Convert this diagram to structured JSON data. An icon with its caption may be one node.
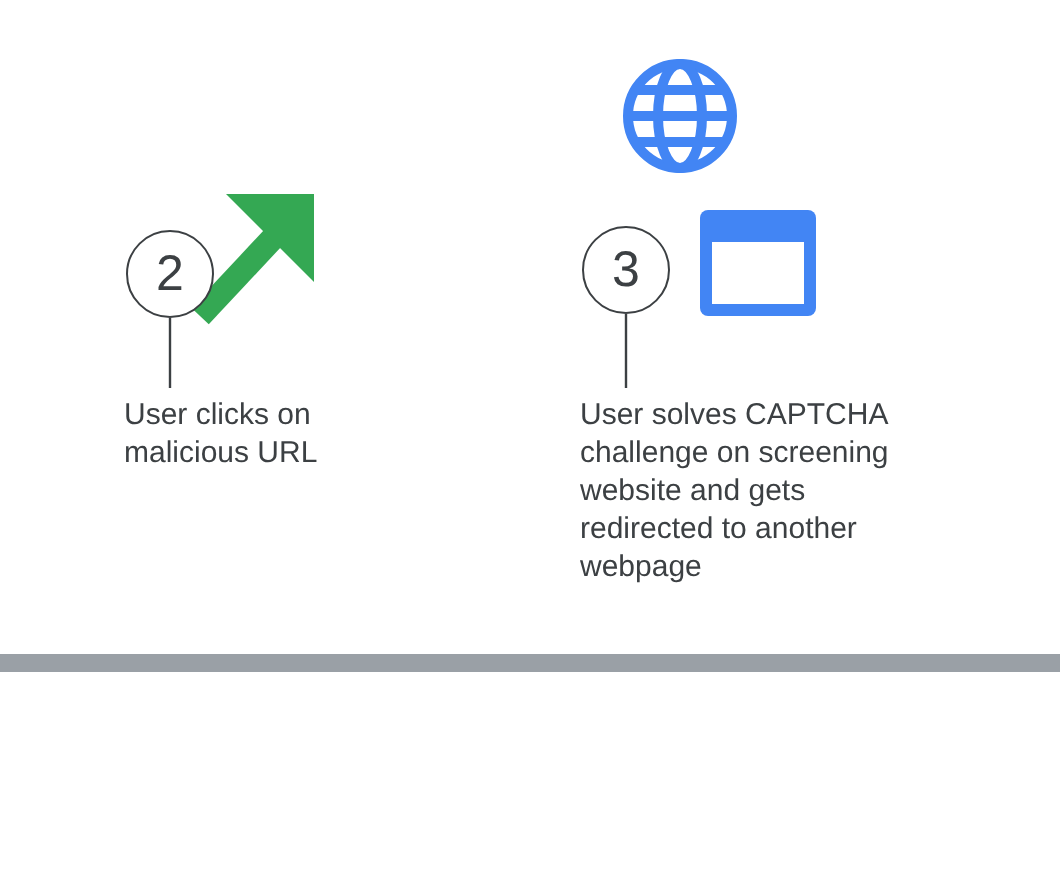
{
  "diagram": {
    "nodes": [
      {
        "text": [
          "2"
        ]
      },
      {
        "text": [
          "User clicks on malicious URL"
        ]
      },
      {
        "text": [
          "3"
        ]
      },
      {
        "text": [
          "User solves CAPTCHA challenge on screening website and gets redirected to another webpage"
        ]
      }
    ],
    "edges": [
      {
        "from": 0,
        "to": 1,
        "arrow": "none"
      },
      {
        "from": 2,
        "to": 3,
        "arrow": "none"
      }
    ]
  }
}
